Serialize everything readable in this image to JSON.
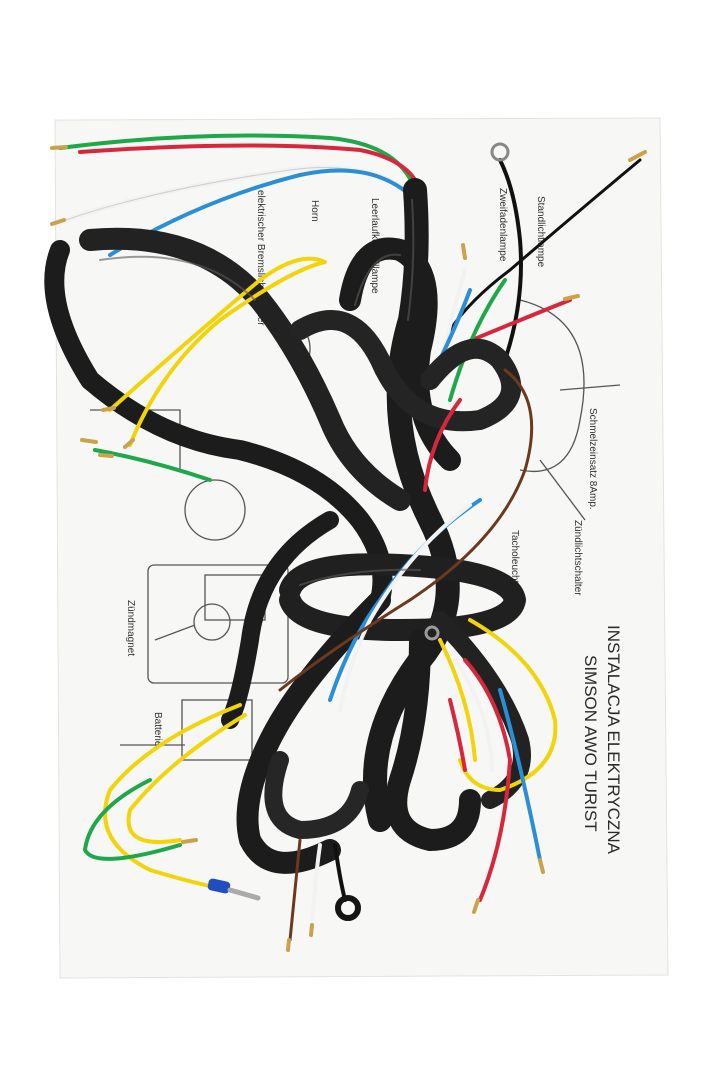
{
  "sheet": {
    "title_line1": "INSTALACJA ELEKTRYCZNA",
    "title_line2": "SIMSON AWO TURIST",
    "labels": {
      "bremslicht": "elektrischer Bremslichtschalter",
      "horn": "Horn",
      "leerlauf": "Leerlaufkontrolllampe",
      "zweifaden": "Zweifadenlampe",
      "standlicht": "Standlichtlampe",
      "schmelz": "Schmelzeinsatz 8Amp.",
      "zuendlicht": "Zündlichtschalter",
      "tacho": "Tacholeuchte",
      "zuendmagnet": "Zündmagnet",
      "batterie": "Batterie"
    }
  },
  "harness": {
    "wire_colors": {
      "sheath": "#1c1c1c",
      "green": "#1fa84a",
      "red": "#d6283c",
      "white": "#f2f2f2",
      "blue": "#2b8fd6",
      "yellow": "#f2d40a",
      "brown": "#6b3a1e",
      "black": "#111111",
      "brass": "#c9a24a"
    }
  }
}
